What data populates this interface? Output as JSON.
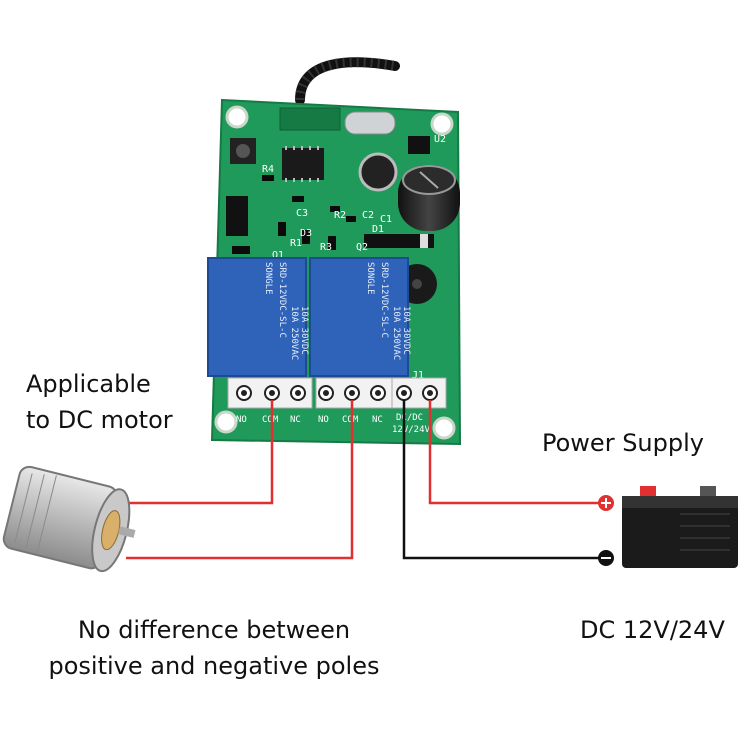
{
  "labels": {
    "motor_line1": "Applicable",
    "motor_line2": "to DC motor",
    "power_supply": "Power Supply",
    "voltage": "DC 12V/24V",
    "poles_line1": "No difference between",
    "poles_line2": "positive and negative poles"
  },
  "board": {
    "relay_brand": "SONGLE",
    "relay_model": "SRD-12VDC-SL-C",
    "relay_rating1": "10A 250VAC",
    "relay_rating2": "10A 30VDC",
    "terminal_labels": [
      "NO",
      "COM",
      "NC",
      "NO",
      "COM",
      "NC",
      "DC/DC"
    ],
    "supply_label": "12V/24V",
    "component_labels": [
      "R4",
      "C3",
      "R1",
      "R2",
      "R3",
      "C2",
      "C1",
      "Q1",
      "Q2",
      "D1",
      "D3",
      "U2",
      "J1"
    ]
  },
  "colors": {
    "board": "#1f9a5a",
    "relay": "#2f63b9",
    "wire_positive": "#e03030",
    "wire_negative": "#111111",
    "battery_body": "#1b1b1b",
    "battery_pos_terminal": "#e03030"
  },
  "icons": {
    "motor": "dc-motor-icon",
    "battery": "battery-icon",
    "antenna": "antenna-icon"
  }
}
